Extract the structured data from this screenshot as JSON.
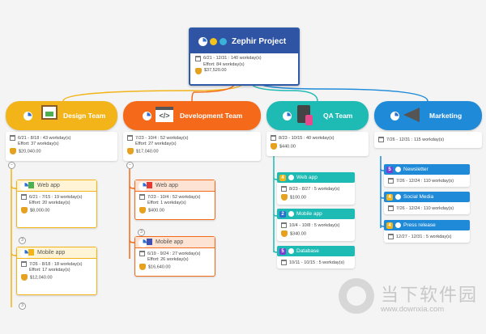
{
  "root": {
    "title": "Zephir Project",
    "dates": "6/21 - 12/31 : 140 workday(s)",
    "effort": "Effort: 84 workday(s)",
    "cost": "$37,520.00"
  },
  "categories": {
    "design": {
      "title": "Design Team",
      "dates": "6/21 - 8/18 : 43 workday(s)",
      "effort": "Effort: 37 workday(s)",
      "cost": "$20,040.00"
    },
    "dev": {
      "title": "Development Team",
      "dates": "7/23 - 10/4 : 52 workday(s)",
      "effort": "Effort: 27 workday(s)",
      "cost": "$17,040.00"
    },
    "qa": {
      "title": "QA Team",
      "dates": "8/23 - 10/15 : 40 workday(s)",
      "cost": "$440.00"
    },
    "mkt": {
      "title": "Marketing",
      "dates": "7/26 - 12/31 : 115 workday(s)"
    }
  },
  "design_tasks": [
    {
      "title": "Web app",
      "dates": "6/21 - 7/15 : 19 workday(s)",
      "effort": "Effort: 20 workday(s)",
      "cost": "$8,000.00",
      "count": "3"
    },
    {
      "title": "Mobile app",
      "dates": "7/26 - 8/18 : 18 workday(s)",
      "effort": "Effort: 17 workday(s)",
      "cost": "$12,040.00",
      "count": "3"
    }
  ],
  "dev_tasks": [
    {
      "title": "Web app",
      "dates": "7/23 - 10/4 : 52 workday(s)",
      "effort": "Effort: 1 workday(s)",
      "cost": "$400.00",
      "count": "3"
    },
    {
      "title": "Mobile app",
      "dates": "6/19 - 9/24 : 27 workday(s)",
      "effort": "Effort: 26 workday(s)",
      "cost": "$16,640.00",
      "count": "3"
    }
  ],
  "qa_tasks": [
    {
      "prio": "4",
      "title": "Web app",
      "dates": "8/23 - 8/27 : 5 workday(s)",
      "cost": "$100.00"
    },
    {
      "prio": "2",
      "title": "Mobile app",
      "dates": "10/4 - 10/8 : 5 workday(s)",
      "cost": "$340.00"
    },
    {
      "prio": "5",
      "title": "Database",
      "dates": "10/11 - 10/15 : 5 workday(s)"
    }
  ],
  "mkt_tasks": [
    {
      "prio": "5",
      "title": "Newsletter",
      "dates": "7/26 - 12/24 : 110 workday(s)"
    },
    {
      "prio": "4",
      "title": "Social Media",
      "dates": "7/26 - 12/24 : 110 workday(s)"
    },
    {
      "prio": "4",
      "title": "Press release",
      "dates": "12/27 - 12/31 : 5 workday(s)"
    }
  ],
  "watermark": {
    "text": "当下软件园",
    "url": "www.downxia.com"
  },
  "colors": {
    "root": "#2e54a3",
    "design": "#f2b418",
    "dev": "#f56a1a",
    "qa": "#1ebab4",
    "mkt": "#1f8ad8"
  }
}
